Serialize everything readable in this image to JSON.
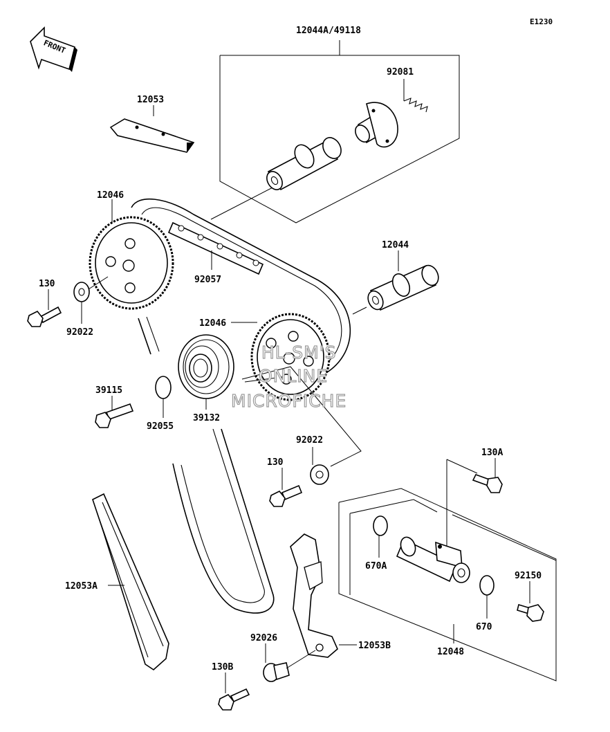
{
  "diagram_code": "E1230",
  "front_arrow_label": "FRONT",
  "watermark": [
    "HL-SM'S",
    "ONLINE",
    "MICROFICHE"
  ],
  "parts": {
    "camshaft_set": "12044A/49118",
    "spring": "92081",
    "guide_upper": "12053",
    "sprocket_left": "12046",
    "bolt_left": "130",
    "washer_left": "92022",
    "chain": "92057",
    "camshaft": "12044",
    "sprocket_right": "12046",
    "bolt_39115": "39115",
    "oring_92055": "92055",
    "sprocket_39132": "39132",
    "washer_right": "92022",
    "bolt_center": "130",
    "bolt_130a": "130A",
    "oring_670a": "670A",
    "bolt_92150": "92150",
    "guide_12053a": "12053A",
    "oring_670": "670",
    "tensioner": "12048",
    "collar": "92026",
    "guide_12053b": "12053B",
    "bolt_130b": "130B"
  }
}
